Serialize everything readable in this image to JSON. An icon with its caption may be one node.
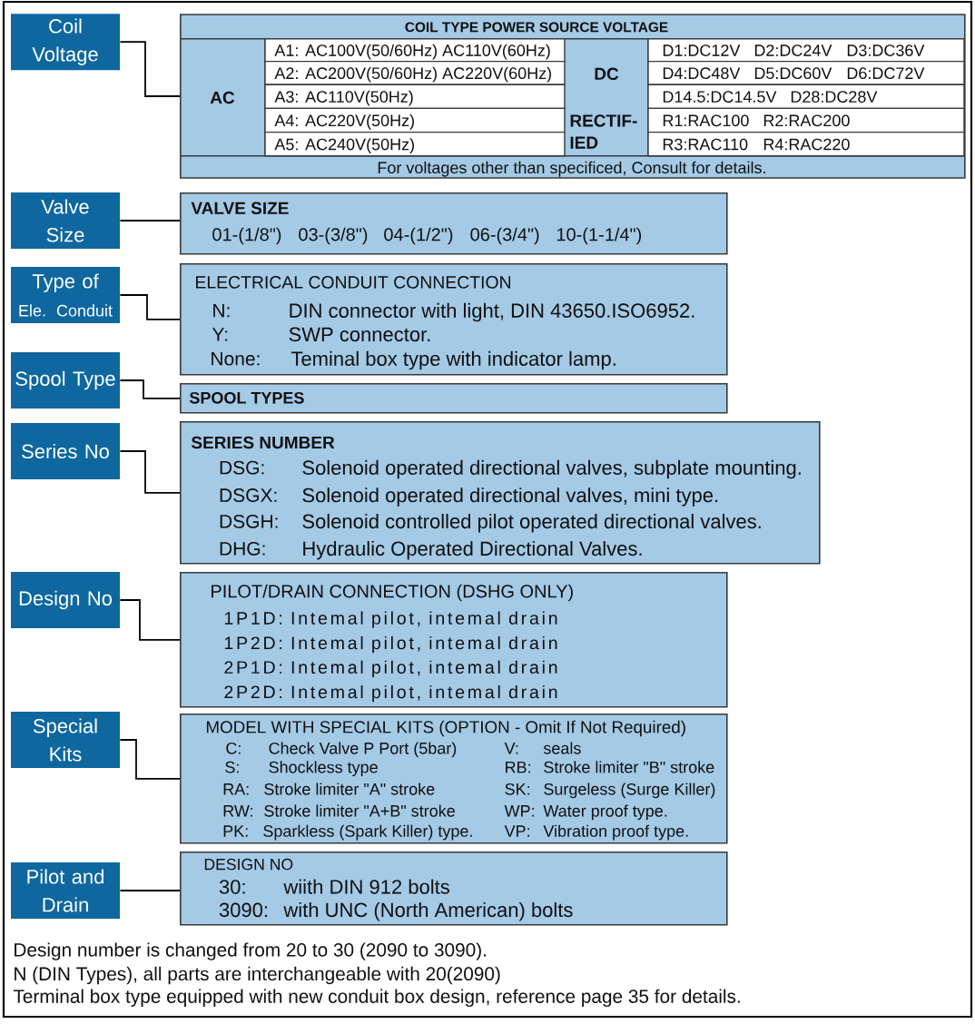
{
  "diagram": {
    "nodes": [
      {
        "text": [
          "Coil Voltage"
        ]
      },
      {
        "text": [
          "COIL TYPE POWER SOURCE VOLTAGE",
          "AC",
          "A1: AC100V(50/60Hz) AC110V(60Hz)",
          "DC",
          "D1:DC12V",
          "D2:DC24V",
          "D3:DC36V",
          "A2: AC200V(50/60Hz) AC220V(60Hz)",
          "D4:DC48V",
          "D5:DC60V",
          "D6:DC72V",
          "A3: AC110V(50Hz)",
          "D14.5:DC14.5V",
          "D28:DC28V",
          "A4: AC220V(50Hz)",
          "RECTIF-IED",
          "R1:RAC100",
          "R2:RAC200",
          "A5: AC240V(50Hz)",
          "R3:RAC110",
          "R4:RAC220",
          "For voltages other than specificed, Consult for details."
        ]
      },
      {
        "text": [
          "Valve Size"
        ]
      },
      {
        "text": [
          "VALVE SIZE",
          "01-(1/8\")",
          "03-(3/8\")",
          "04-(1/2\")",
          "06-(3/4\")",
          "10-(1-1/4\")"
        ]
      },
      {
        "text": [
          "Type of",
          "Ele. Conduit"
        ]
      },
      {
        "text": [
          "ELECTRICAL CONDUIT CONNECTION",
          "N:",
          "DIN connector with light, DIN 43650.ISO6952.",
          "Y:",
          "SWP connector.",
          "None:",
          "Teminal box type with indicator lamp."
        ]
      },
      {
        "text": [
          "Spool Type"
        ]
      },
      {
        "text": [
          "SPOOL TYPES"
        ]
      },
      {
        "text": [
          "Series No"
        ]
      },
      {
        "text": [
          "SERIES NUMBER",
          "DSG:",
          "Solenoid operated directional valves, subplate mounting.",
          "DSGX:",
          "Solenoid operated directional valves, mini type.",
          "DSGH:",
          "Solenoid controlled pilot operated directional valves.",
          "DHG:",
          "Hydraulic Operated Directional Valves."
        ]
      },
      {
        "text": [
          "Design No"
        ]
      },
      {
        "text": [
          "PILOT/DRAIN CONNECTION (DSHG ONLY)",
          "1P1D: Intemal pilot, intemal drain",
          "1P2D: Intemal pilot, intemal drain",
          "2P1D: Intemal pilot, intemal drain",
          "2P2D: Intemal pilot, intemal drain"
        ]
      },
      {
        "text": [
          "Special Kits"
        ]
      },
      {
        "text": [
          "MODEL WITH SPECIAL KITS (OPTION - Omit If Not Required)",
          "C:",
          "Check Valve P Port (5bar)",
          "V:",
          "seals",
          "S:",
          "Shockless type",
          "RB:",
          "Stroke limiter \"B\" stroke",
          "RA:",
          "Stroke limiter \"A\" stroke",
          "SK:",
          "Surgeless (Surge Killer)",
          "RW:",
          "Stroke limiter \"A+B\" stroke",
          "WP:",
          "Water proof type.",
          "PK:",
          "Sparkless (Spark Killer) type.",
          "VP:",
          "Vibration proof type."
        ]
      },
      {
        "text": [
          "Pilot and Drain"
        ]
      },
      {
        "text": [
          "DESIGN NO",
          "30:",
          "wiith DIN 912 bolts",
          "3090:",
          "with UNC (North American) bolts"
        ]
      }
    ],
    "edges": [
      {
        "from": 0,
        "to": 1,
        "arrow": "none"
      },
      {
        "from": 2,
        "to": 3,
        "arrow": "none"
      },
      {
        "from": 4,
        "to": 5,
        "arrow": "none"
      },
      {
        "from": 6,
        "to": 7,
        "arrow": "none"
      },
      {
        "from": 8,
        "to": 9,
        "arrow": "none"
      },
      {
        "from": 10,
        "to": 11,
        "arrow": "none"
      },
      {
        "from": 12,
        "to": 13,
        "arrow": "none"
      },
      {
        "from": 14,
        "to": 15,
        "arrow": "none"
      }
    ],
    "labels": [
      "Design number is changed from 20 to 30 (2090 to 3090).",
      "N (DIN Types), all parts are interchangeable with 20(2090)",
      "Terminal box type equipped with new conduit box design, reference page 35 for details."
    ]
  }
}
